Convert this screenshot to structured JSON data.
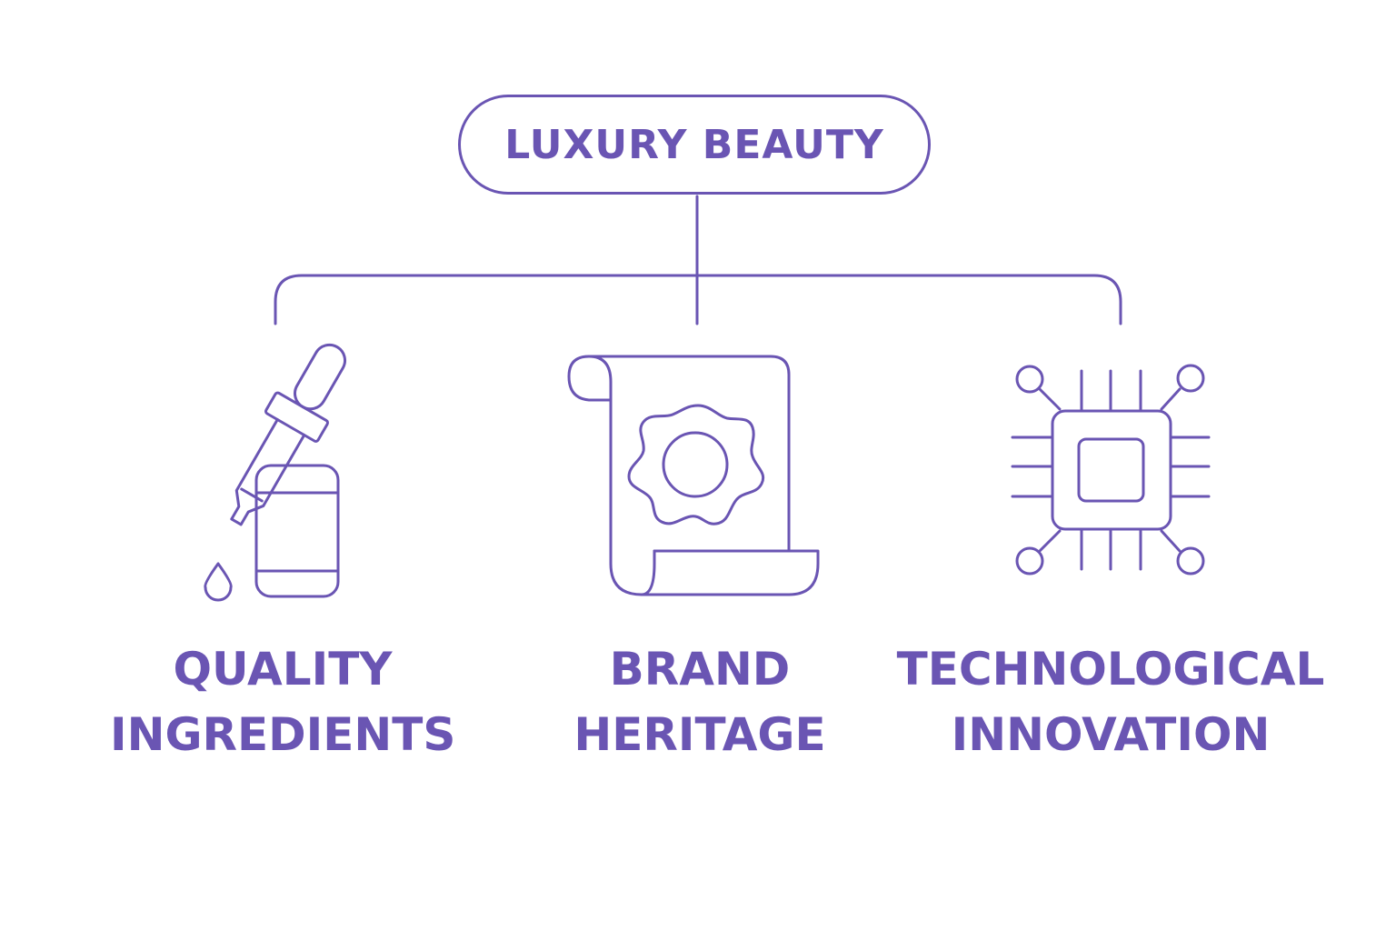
{
  "root": {
    "label": "LUXURY BEAUTY"
  },
  "branches": [
    {
      "line1": "QUALITY",
      "line2": "INGREDIENTS",
      "icon": "dropper-bottle-icon"
    },
    {
      "line1": "BRAND",
      "line2": "HERITAGE",
      "icon": "scroll-seal-icon"
    },
    {
      "line1": "TECHNOLOGICAL",
      "line2": "INNOVATION",
      "icon": "microchip-icon"
    }
  ],
  "colors": {
    "accent": "#6a55b3",
    "background": "#ffffff"
  }
}
